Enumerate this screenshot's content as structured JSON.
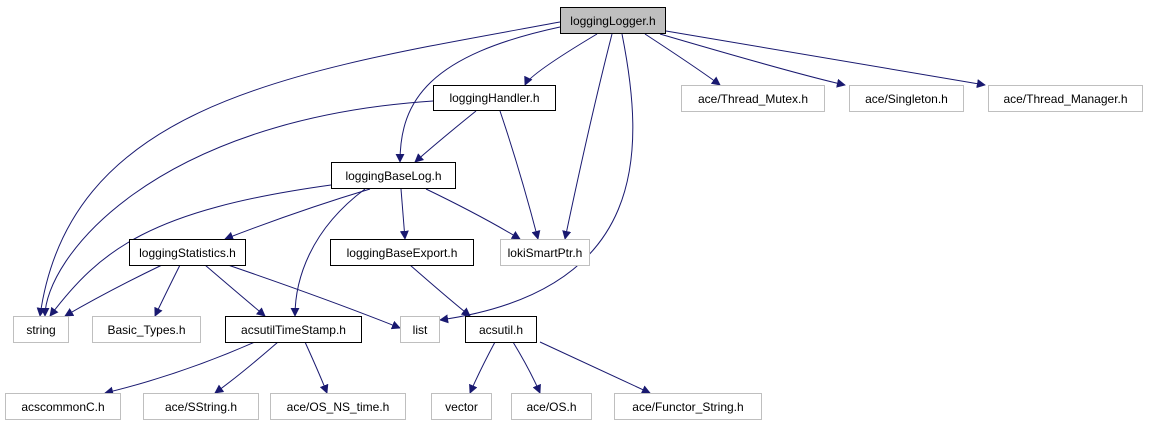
{
  "graph": {
    "edge_color": "#191970",
    "nodes": [
      {
        "id": "loggingLogger",
        "label": "loggingLogger.h",
        "kind": "root"
      },
      {
        "id": "loggingHandler",
        "label": "loggingHandler.h",
        "kind": "solid"
      },
      {
        "id": "threadMutex",
        "label": "ace/Thread_Mutex.h",
        "kind": "ext"
      },
      {
        "id": "singleton",
        "label": "ace/Singleton.h",
        "kind": "ext"
      },
      {
        "id": "threadManager",
        "label": "ace/Thread_Manager.h",
        "kind": "ext"
      },
      {
        "id": "loggingBaseLog",
        "label": "loggingBaseLog.h",
        "kind": "solid"
      },
      {
        "id": "loggingStatistics",
        "label": "loggingStatistics.h",
        "kind": "solid"
      },
      {
        "id": "loggingBaseExport",
        "label": "loggingBaseExport.h",
        "kind": "solid"
      },
      {
        "id": "lokiSmartPtr",
        "label": "lokiSmartPtr.h",
        "kind": "ext"
      },
      {
        "id": "string",
        "label": "string",
        "kind": "ext"
      },
      {
        "id": "basicTypes",
        "label": "Basic_Types.h",
        "kind": "ext"
      },
      {
        "id": "acsutilTimeStamp",
        "label": "acsutilTimeStamp.h",
        "kind": "solid"
      },
      {
        "id": "list",
        "label": "list",
        "kind": "ext"
      },
      {
        "id": "acsutil",
        "label": "acsutil.h",
        "kind": "solid"
      },
      {
        "id": "acscommonC",
        "label": "acscommonC.h",
        "kind": "ext"
      },
      {
        "id": "sstring",
        "label": "ace/SString.h",
        "kind": "ext"
      },
      {
        "id": "osNsTime",
        "label": "ace/OS_NS_time.h",
        "kind": "ext"
      },
      {
        "id": "vector",
        "label": "vector",
        "kind": "ext"
      },
      {
        "id": "aceOS",
        "label": "ace/OS.h",
        "kind": "ext"
      },
      {
        "id": "functorString",
        "label": "ace/Functor_String.h",
        "kind": "ext"
      }
    ],
    "edges": [
      {
        "from": "loggingLogger",
        "to": "loggingHandler"
      },
      {
        "from": "loggingLogger",
        "to": "threadMutex"
      },
      {
        "from": "loggingLogger",
        "to": "singleton"
      },
      {
        "from": "loggingLogger",
        "to": "threadManager"
      },
      {
        "from": "loggingLogger",
        "to": "loggingBaseLog"
      },
      {
        "from": "loggingLogger",
        "to": "lokiSmartPtr"
      },
      {
        "from": "loggingLogger",
        "to": "string"
      },
      {
        "from": "loggingLogger",
        "to": "list"
      },
      {
        "from": "loggingHandler",
        "to": "loggingBaseLog"
      },
      {
        "from": "loggingHandler",
        "to": "lokiSmartPtr"
      },
      {
        "from": "loggingHandler",
        "to": "string"
      },
      {
        "from": "loggingBaseLog",
        "to": "loggingStatistics"
      },
      {
        "from": "loggingBaseLog",
        "to": "loggingBaseExport"
      },
      {
        "from": "loggingBaseLog",
        "to": "lokiSmartPtr"
      },
      {
        "from": "loggingBaseLog",
        "to": "string"
      },
      {
        "from": "loggingBaseLog",
        "to": "acsutilTimeStamp"
      },
      {
        "from": "loggingStatistics",
        "to": "string"
      },
      {
        "from": "loggingStatistics",
        "to": "basicTypes"
      },
      {
        "from": "loggingStatistics",
        "to": "acsutilTimeStamp"
      },
      {
        "from": "loggingStatistics",
        "to": "list"
      },
      {
        "from": "loggingBaseExport",
        "to": "acsutil"
      },
      {
        "from": "acsutilTimeStamp",
        "to": "acscommonC"
      },
      {
        "from": "acsutilTimeStamp",
        "to": "sstring"
      },
      {
        "from": "acsutilTimeStamp",
        "to": "osNsTime"
      },
      {
        "from": "acsutil",
        "to": "vector"
      },
      {
        "from": "acsutil",
        "to": "aceOS"
      },
      {
        "from": "acsutil",
        "to": "functorString"
      }
    ]
  }
}
